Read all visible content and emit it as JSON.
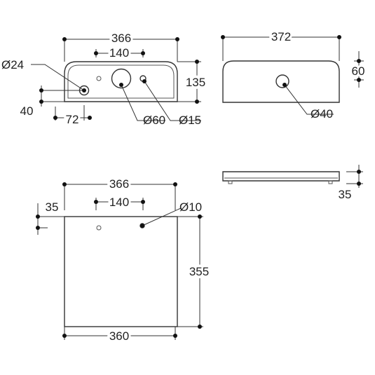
{
  "views": {
    "top_view": {
      "dims": {
        "overall_width": "366",
        "hole_spacing": "140",
        "depth": "135",
        "front_offset": "40",
        "side_offset": "72",
        "hole_large_left": "Ø24",
        "hole_center": "Ø60",
        "hole_small_right": "Ø15"
      }
    },
    "cover_view": {
      "dims": {
        "overall_width": "372",
        "height": "60",
        "hole": "Ø40"
      }
    },
    "plan_view": {
      "dims": {
        "top_width": "366",
        "hole_spacing": "140",
        "edge_offset": "35",
        "hole": "Ø10",
        "height": "355",
        "bottom_width": "360"
      }
    },
    "side_view": {
      "dims": {
        "thickness": "35"
      }
    }
  },
  "colors": {
    "line": "#333333",
    "dot": "#111111",
    "background": "#ffffff"
  }
}
